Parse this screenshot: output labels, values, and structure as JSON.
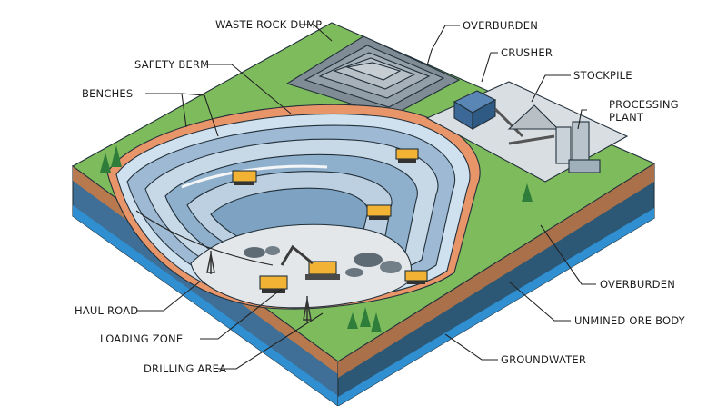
{
  "labels": {
    "waste_rock_dump": "WASTE ROCK DUMP",
    "overburden_top": "OVERBURDEN",
    "crusher": "CRUSHER",
    "stockpile": "STOCKPILE",
    "processing_plant_line1": "PROCESSING",
    "processing_plant_line2": "PLANT",
    "safety_berm": "SAFETY BERM",
    "benches": "BENCHES",
    "haul_road": "HAUL ROAD",
    "loading_zone": "LOADING ZONE",
    "drilling_area": "DRILLING AREA",
    "overburden_side": "OVERBURDEN",
    "unmined_ore_body": "UNMINED ORE BODY",
    "groundwater": "GROUNDWATER"
  },
  "colors": {
    "grass": "#7dbb5c",
    "soil": "#c98a5c",
    "rock": "#3e6f96",
    "groundwater": "#2f8fd0",
    "pit_bench": "#a9c3db",
    "haul_road": "#e3e7ea",
    "truck": "#f2b233",
    "berm": "#e9956a"
  }
}
